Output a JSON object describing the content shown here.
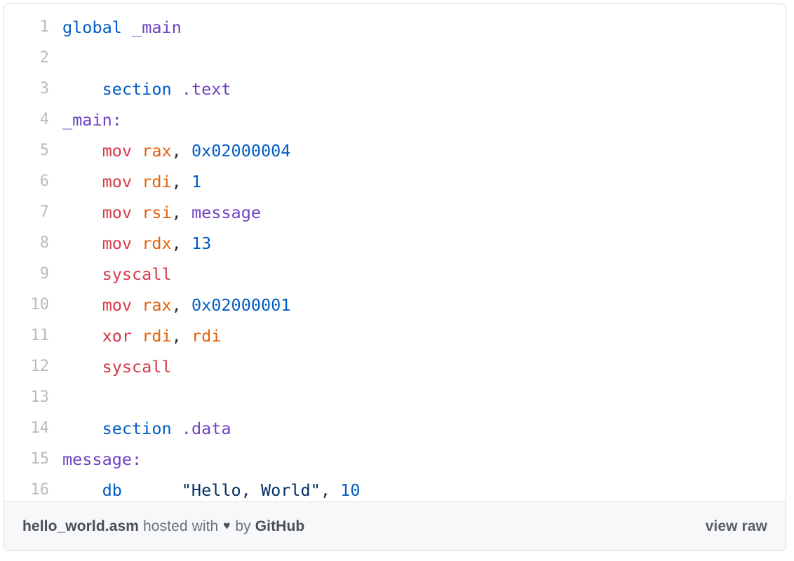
{
  "gist": {
    "filename": "hello_world.asm",
    "language": "assembly",
    "footer": {
      "filename": "hello_world.asm",
      "hosted_with_text": "hosted with",
      "heart_icon": "heart-icon",
      "heart_glyph": "♥",
      "by_text": "by",
      "host_name": "GitHub",
      "view_raw_label": "view raw"
    },
    "colors": {
      "keyword": "#d73a49",
      "register": "#e36209",
      "number": "#005cc5",
      "section": "#005cc5",
      "label": "#6f42c1",
      "string": "#032f62",
      "punctuation": "#24292e",
      "line_number": "#babbbd",
      "border": "#dddddd",
      "footer_background": "#f6f8fa",
      "footer_divider": "#e1e4e8",
      "code_background": "#ffffff"
    },
    "lines": [
      {
        "number": "1",
        "tokens": [
          {
            "text": "global",
            "kind": "sect"
          },
          {
            "text": " ",
            "kind": "pun"
          },
          {
            "text": "_main",
            "kind": "lbl"
          }
        ]
      },
      {
        "number": "2",
        "tokens": []
      },
      {
        "number": "3",
        "tokens": [
          {
            "text": "    ",
            "kind": "pun"
          },
          {
            "text": "section",
            "kind": "sect"
          },
          {
            "text": " ",
            "kind": "pun"
          },
          {
            "text": ".text",
            "kind": "lbl"
          }
        ]
      },
      {
        "number": "4",
        "tokens": [
          {
            "text": "_main",
            "kind": "lbl"
          },
          {
            "text": ":",
            "kind": "lbl"
          }
        ]
      },
      {
        "number": "5",
        "tokens": [
          {
            "text": "    ",
            "kind": "pun"
          },
          {
            "text": "mov",
            "kind": "kw"
          },
          {
            "text": " ",
            "kind": "pun"
          },
          {
            "text": "rax",
            "kind": "reg"
          },
          {
            "text": ",",
            "kind": "pun"
          },
          {
            "text": " ",
            "kind": "pun"
          },
          {
            "text": "0x02000004",
            "kind": "num"
          }
        ]
      },
      {
        "number": "6",
        "tokens": [
          {
            "text": "    ",
            "kind": "pun"
          },
          {
            "text": "mov",
            "kind": "kw"
          },
          {
            "text": " ",
            "kind": "pun"
          },
          {
            "text": "rdi",
            "kind": "reg"
          },
          {
            "text": ",",
            "kind": "pun"
          },
          {
            "text": " ",
            "kind": "pun"
          },
          {
            "text": "1",
            "kind": "num"
          }
        ]
      },
      {
        "number": "7",
        "tokens": [
          {
            "text": "    ",
            "kind": "pun"
          },
          {
            "text": "mov",
            "kind": "kw"
          },
          {
            "text": " ",
            "kind": "pun"
          },
          {
            "text": "rsi",
            "kind": "reg"
          },
          {
            "text": ",",
            "kind": "pun"
          },
          {
            "text": " ",
            "kind": "pun"
          },
          {
            "text": "message",
            "kind": "lbl"
          }
        ]
      },
      {
        "number": "8",
        "tokens": [
          {
            "text": "    ",
            "kind": "pun"
          },
          {
            "text": "mov",
            "kind": "kw"
          },
          {
            "text": " ",
            "kind": "pun"
          },
          {
            "text": "rdx",
            "kind": "reg"
          },
          {
            "text": ",",
            "kind": "pun"
          },
          {
            "text": " ",
            "kind": "pun"
          },
          {
            "text": "13",
            "kind": "num"
          }
        ]
      },
      {
        "number": "9",
        "tokens": [
          {
            "text": "    ",
            "kind": "pun"
          },
          {
            "text": "syscall",
            "kind": "kw"
          }
        ]
      },
      {
        "number": "10",
        "tokens": [
          {
            "text": "    ",
            "kind": "pun"
          },
          {
            "text": "mov",
            "kind": "kw"
          },
          {
            "text": " ",
            "kind": "pun"
          },
          {
            "text": "rax",
            "kind": "reg"
          },
          {
            "text": ",",
            "kind": "pun"
          },
          {
            "text": " ",
            "kind": "pun"
          },
          {
            "text": "0x02000001",
            "kind": "num"
          }
        ]
      },
      {
        "number": "11",
        "tokens": [
          {
            "text": "    ",
            "kind": "pun"
          },
          {
            "text": "xor",
            "kind": "kw"
          },
          {
            "text": " ",
            "kind": "pun"
          },
          {
            "text": "rdi",
            "kind": "reg"
          },
          {
            "text": ",",
            "kind": "pun"
          },
          {
            "text": " ",
            "kind": "pun"
          },
          {
            "text": "rdi",
            "kind": "reg"
          }
        ]
      },
      {
        "number": "12",
        "tokens": [
          {
            "text": "    ",
            "kind": "pun"
          },
          {
            "text": "syscall",
            "kind": "kw"
          }
        ]
      },
      {
        "number": "13",
        "tokens": []
      },
      {
        "number": "14",
        "tokens": [
          {
            "text": "    ",
            "kind": "pun"
          },
          {
            "text": "section",
            "kind": "sect"
          },
          {
            "text": " ",
            "kind": "pun"
          },
          {
            "text": ".data",
            "kind": "lbl"
          }
        ]
      },
      {
        "number": "15",
        "tokens": [
          {
            "text": "message",
            "kind": "lbl"
          },
          {
            "text": ":",
            "kind": "lbl"
          }
        ]
      },
      {
        "number": "16",
        "tokens": [
          {
            "text": "    ",
            "kind": "pun"
          },
          {
            "text": "db",
            "kind": "sect"
          },
          {
            "text": "      ",
            "kind": "pun"
          },
          {
            "text": "\"Hello, World\"",
            "kind": "str"
          },
          {
            "text": ",",
            "kind": "pun"
          },
          {
            "text": " ",
            "kind": "pun"
          },
          {
            "text": "10",
            "kind": "num"
          }
        ]
      }
    ]
  }
}
